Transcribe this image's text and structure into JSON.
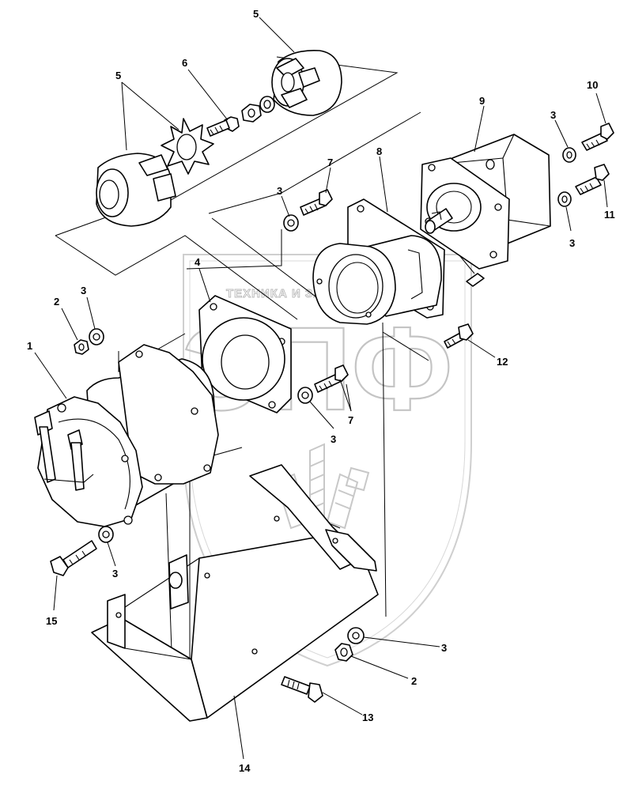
{
  "watermark": {
    "text": "ТЕХНИКА И ЗАПЧАСТИ",
    "logo_letters": "ЭПФ",
    "logo_icon": "grain-stalks-icon"
  },
  "callouts": {
    "c1": "1",
    "c2a": "2",
    "c2b": "2",
    "c3a": "3",
    "c3b": "3",
    "c3c": "3",
    "c3d": "3",
    "c3e": "3",
    "c3f": "3",
    "c3g": "3",
    "c4": "4",
    "c5a": "5",
    "c5b": "5",
    "c6": "6",
    "c7a": "7",
    "c7b": "7",
    "c8": "8",
    "c9": "9",
    "c10": "10",
    "c11": "11",
    "c12": "12",
    "c13": "13",
    "c14": "14",
    "c15": "15"
  }
}
